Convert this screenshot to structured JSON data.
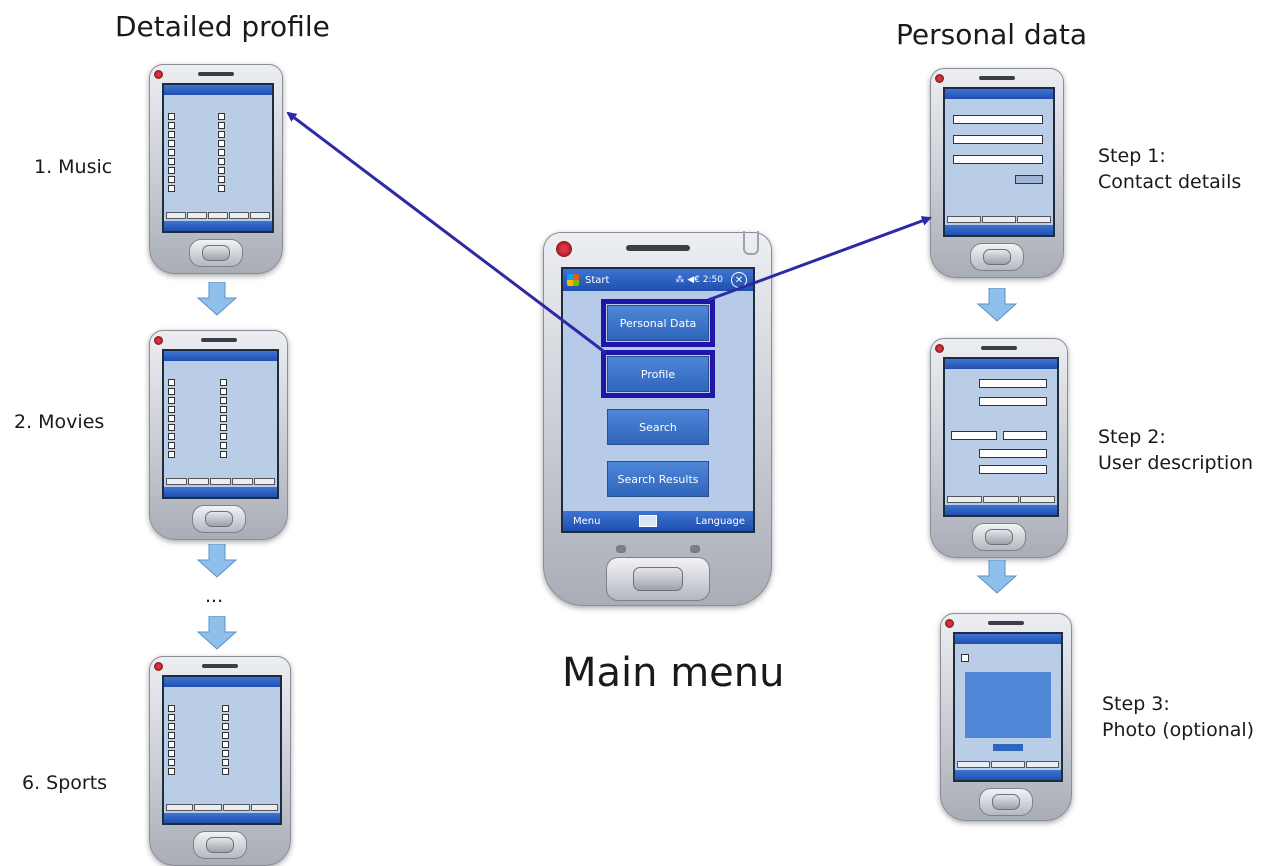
{
  "titles": {
    "left": "Detailed profile",
    "right": "Personal data",
    "center": "Main menu"
  },
  "left_labels": [
    "1. Music",
    "2. Movies",
    "6. Sports"
  ],
  "ellipsis": "...",
  "right_labels": {
    "step1_a": "Step 1:",
    "step1_b": "Contact details",
    "step2_a": "Step 2:",
    "step2_b": "User description",
    "step3_a": "Step 3:",
    "step3_b": "Photo (optional)"
  },
  "main_pda": {
    "title": "Start",
    "status": "⁂ ◀€ 2:50",
    "close": "✕",
    "buttons": [
      "Personal Data",
      "Profile",
      "Search",
      "Search Results"
    ],
    "menu_left": "Menu",
    "menu_right": "Language"
  },
  "colors": {
    "arrow": "#2c2aa6",
    "highlight": "#1f16a8",
    "down_arrow": "#8fc0ec"
  }
}
